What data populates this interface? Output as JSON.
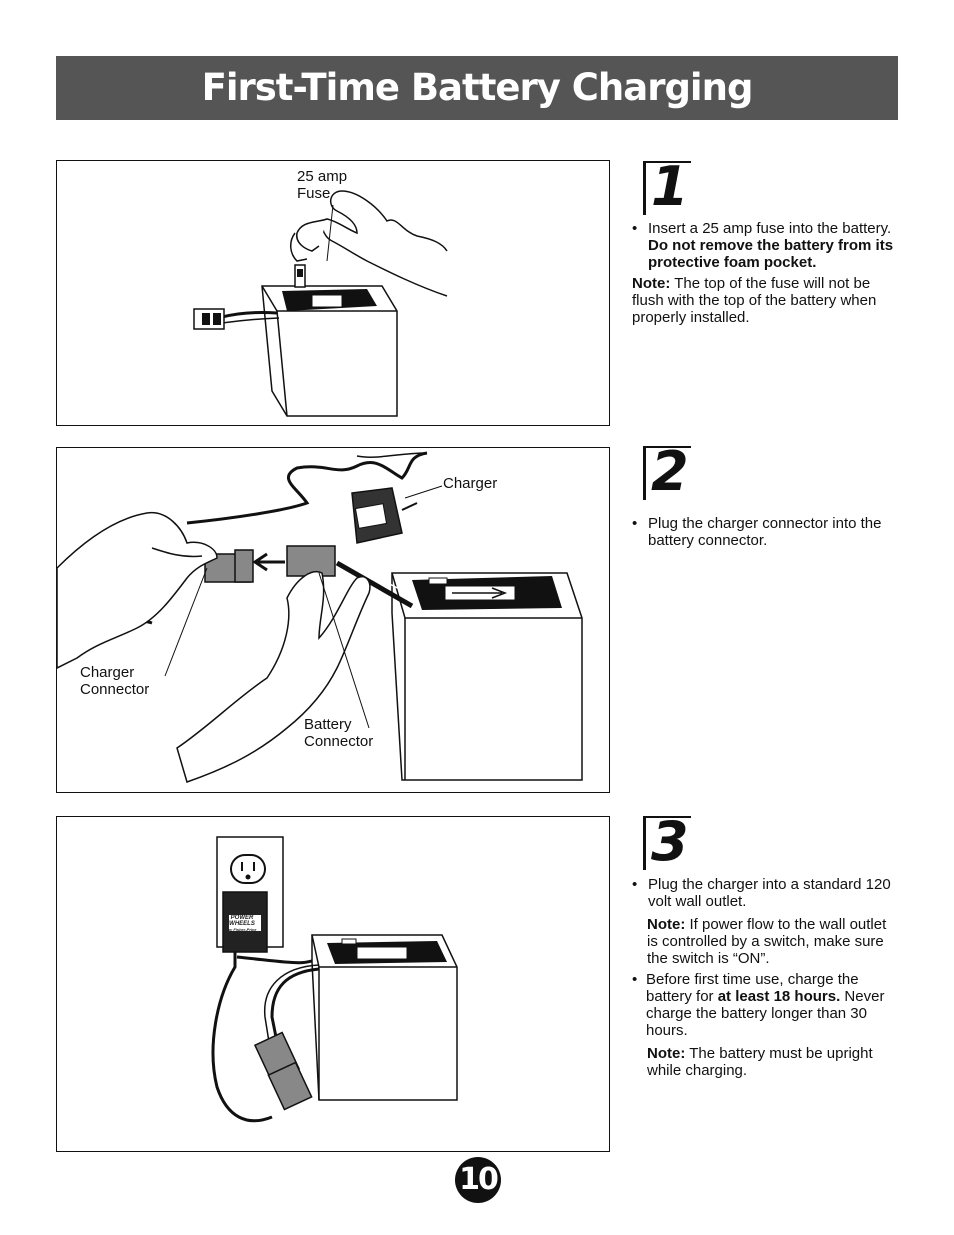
{
  "header": {
    "title": "First-Time Battery Charging"
  },
  "steps": [
    {
      "number": "1",
      "labels": {
        "fuse_line1": "25 amp",
        "fuse_line2": "Fuse"
      },
      "bullet_text": "Insert a 25 amp fuse into the battery. ",
      "bullet_bold": "Do not remove the battery from its protective foam pocket.",
      "note_label": "Note:",
      "note_text": " The top of the fuse will not be flush with the top of the battery when properly installed."
    },
    {
      "number": "2",
      "labels": {
        "charger": "Charger",
        "charger_connector_line1": "Charger",
        "charger_connector_line2": "Connector",
        "battery_connector_line1": "Battery",
        "battery_connector_line2": "Connector"
      },
      "bullet_text": "Plug the charger connector into the battery connector."
    },
    {
      "number": "3",
      "charger_brand_line1": "POWER",
      "charger_brand_line2": "WHEELS",
      "charger_brand_line3": "by Fisher-Price",
      "bullet1_text": "Plug the charger into a standard 120 volt wall outlet.",
      "note1_label": "Note:",
      "note1_text": " If power flow to the wall outlet is controlled by a switch, make sure the switch is “ON”.",
      "bullet2_text": "Before first time use, charge the battery for ",
      "bullet2_bold": "at least 18 hours.",
      "bullet2_text_after": " Never charge the battery longer than 30 hours.",
      "note2_label": "Note:",
      "note2_text": " The battery must be upright while charging."
    }
  ],
  "bullet_symbol": "•",
  "page_number": "10"
}
